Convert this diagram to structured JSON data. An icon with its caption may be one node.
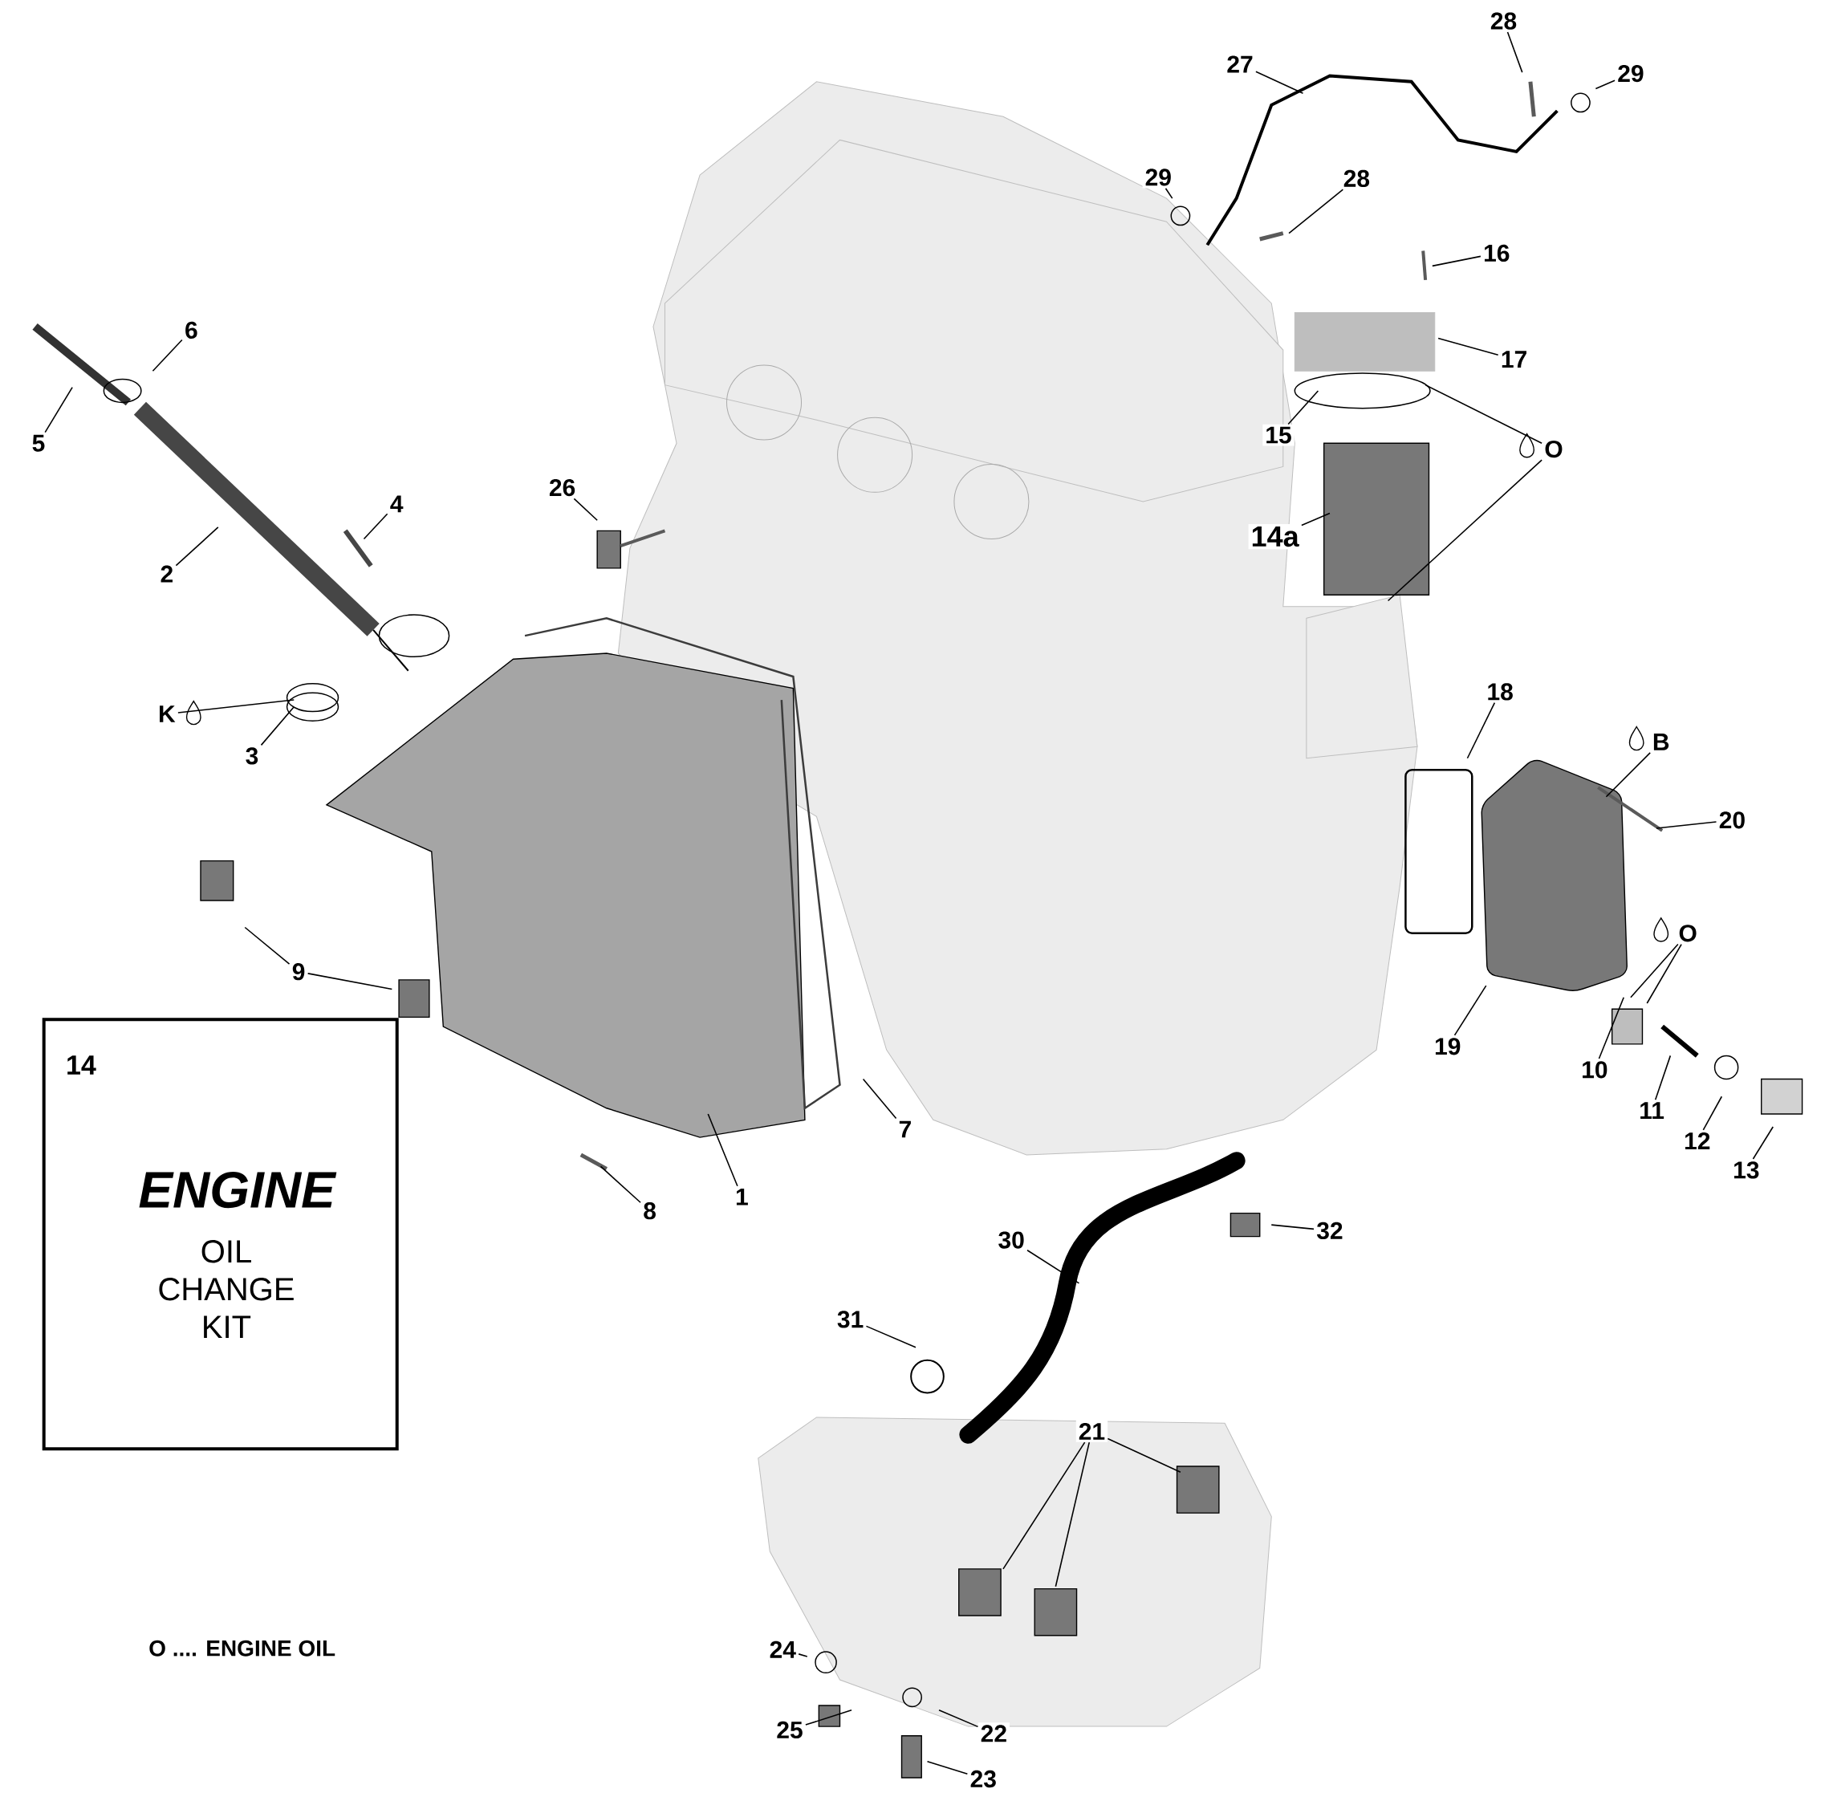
{
  "diagram": {
    "nodes": [
      {
        "text": [
          "1"
        ]
      },
      {
        "text": [
          "2"
        ]
      },
      {
        "text": [
          "3"
        ]
      },
      {
        "text": [
          "4"
        ]
      },
      {
        "text": [
          "5"
        ]
      },
      {
        "text": [
          "6"
        ]
      },
      {
        "text": [
          "7"
        ]
      },
      {
        "text": [
          "8"
        ]
      },
      {
        "text": [
          "9"
        ]
      },
      {
        "text": [
          "10"
        ]
      },
      {
        "text": [
          "11"
        ]
      },
      {
        "text": [
          "12"
        ]
      },
      {
        "text": [
          "13"
        ]
      },
      {
        "text": [
          "14a"
        ]
      },
      {
        "text": [
          "15"
        ]
      },
      {
        "text": [
          "16"
        ]
      },
      {
        "text": [
          "17"
        ]
      },
      {
        "text": [
          "18"
        ]
      },
      {
        "text": [
          "19"
        ]
      },
      {
        "text": [
          "20"
        ]
      },
      {
        "text": [
          "21"
        ]
      },
      {
        "text": [
          "22"
        ]
      },
      {
        "text": [
          "23"
        ]
      },
      {
        "text": [
          "24"
        ]
      },
      {
        "text": [
          "25"
        ]
      },
      {
        "text": [
          "26"
        ]
      },
      {
        "text": [
          "27"
        ]
      },
      {
        "text": [
          "28"
        ]
      },
      {
        "text": [
          "28"
        ]
      },
      {
        "text": [
          "29"
        ]
      },
      {
        "text": [
          "29"
        ]
      },
      {
        "text": [
          "30"
        ]
      },
      {
        "text": [
          "31"
        ]
      },
      {
        "text": [
          "32"
        ]
      },
      {
        "text": [
          "K"
        ]
      },
      {
        "text": [
          "O"
        ]
      },
      {
        "text": [
          "B"
        ]
      },
      {
        "text": [
          "O"
        ]
      },
      {
        "text": [
          "14",
          "ENGINE",
          "OIL CHANGE KIT"
        ]
      }
    ],
    "edges": [
      {
        "from": 0,
        "to": null,
        "arrow": "none"
      },
      {
        "from": 1,
        "to": null,
        "arrow": "none"
      },
      {
        "from": 2,
        "to": null,
        "arrow": "none"
      },
      {
        "from": 3,
        "to": null,
        "arrow": "none"
      },
      {
        "from": 4,
        "to": null,
        "arrow": "none"
      },
      {
        "from": 5,
        "to": null,
        "arrow": "none"
      },
      {
        "from": 6,
        "to": null,
        "arrow": "none"
      },
      {
        "from": 7,
        "to": null,
        "arrow": "none"
      },
      {
        "from": 8,
        "to": null,
        "arrow": "none"
      },
      {
        "from": 8,
        "to": null,
        "arrow": "none"
      },
      {
        "from": 9,
        "to": null,
        "arrow": "none"
      },
      {
        "from": 10,
        "to": null,
        "arrow": "none"
      },
      {
        "from": 11,
        "to": null,
        "arrow": "none"
      },
      {
        "from": 12,
        "to": null,
        "arrow": "none"
      },
      {
        "from": 13,
        "to": null,
        "arrow": "none"
      },
      {
        "from": 14,
        "to": null,
        "arrow": "none"
      },
      {
        "from": 15,
        "to": null,
        "arrow": "none"
      },
      {
        "from": 16,
        "to": null,
        "arrow": "none"
      },
      {
        "from": 17,
        "to": null,
        "arrow": "none"
      },
      {
        "from": 18,
        "to": null,
        "arrow": "none"
      },
      {
        "from": 19,
        "to": null,
        "arrow": "none"
      },
      {
        "from": 20,
        "to": null,
        "arrow": "none"
      },
      {
        "from": 20,
        "to": null,
        "arrow": "none"
      },
      {
        "from": 20,
        "to": null,
        "arrow": "none"
      },
      {
        "from": 21,
        "to": null,
        "arrow": "none"
      },
      {
        "from": 22,
        "to": null,
        "arrow": "none"
      },
      {
        "from": 23,
        "to": null,
        "arrow": "none"
      },
      {
        "from": 24,
        "to": null,
        "arrow": "none"
      },
      {
        "from": 25,
        "to": null,
        "arrow": "none"
      },
      {
        "from": 26,
        "to": null,
        "arrow": "none"
      },
      {
        "from": 27,
        "to": null,
        "arrow": "none"
      },
      {
        "from": 28,
        "to": null,
        "arrow": "none"
      },
      {
        "from": 29,
        "to": null,
        "arrow": "none"
      },
      {
        "from": 30,
        "to": null,
        "arrow": "none"
      },
      {
        "from": 31,
        "to": null,
        "arrow": "none"
      },
      {
        "from": 32,
        "to": null,
        "arrow": "none"
      },
      {
        "from": 33,
        "to": null,
        "arrow": "none"
      },
      {
        "from": 34,
        "to": null,
        "arrow": "none"
      },
      {
        "from": 35,
        "to": null,
        "arrow": "none"
      },
      {
        "from": 35,
        "to": null,
        "arrow": "none"
      },
      {
        "from": 36,
        "to": null,
        "arrow": "none"
      },
      {
        "from": 37,
        "to": null,
        "arrow": "none"
      },
      {
        "from": 37,
        "to": null,
        "arrow": "none"
      }
    ],
    "labels": [
      "O .... ENGINE OIL"
    ]
  }
}
